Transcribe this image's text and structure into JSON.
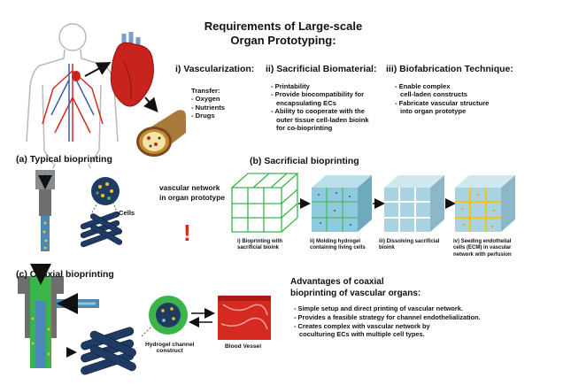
{
  "title": {
    "line1": "Requirements of Large-scale",
    "line2": "Organ Prototyping:"
  },
  "requirements": {
    "vascularization": {
      "heading": "i) Vascularization:",
      "transfer_label": "Transfer:",
      "items": [
        "- Oxygen",
        "- Nutrients",
        "- Drugs"
      ]
    },
    "sacrificial": {
      "heading": "ii) Sacrificial Biomaterial:",
      "items": [
        "- Printability",
        "- Provide biocompatibility for",
        "encapsulating ECs",
        "- Ability to cooperate with the",
        "outer tissue cell-laden bioink",
        "for co-bioprinting"
      ]
    },
    "biofabrication": {
      "heading": "iii) Biofabrication Technique:",
      "items": [
        "- Enable complex",
        "cell-laden constructs",
        "- Fabricate vascular structure",
        "into organ prototype"
      ]
    }
  },
  "panel_a": {
    "heading": "(a) Typical bioprinting",
    "cells_label": "Cells",
    "vascular_text_line1": "vascular network",
    "vascular_text_line2": "in organ prototype",
    "exclamation": "!"
  },
  "panel_b": {
    "heading": "(b) Sacrificial bioprinting",
    "steps": [
      {
        "line1": "i) Bioprinting with",
        "line2": "sacrificial bioink",
        "line3": ""
      },
      {
        "line1": "ii) Molding hydrogel",
        "line2": "containing living cells",
        "line3": ""
      },
      {
        "line1": "iii) Dissolving sacrificial",
        "line2": "bioink",
        "line3": ""
      },
      {
        "line1": "iv) Seeding endothelial",
        "line2": "cells (ECM) in vascular",
        "line3": "network with perfusion"
      }
    ]
  },
  "panel_c": {
    "heading": "(c) Coaxial bioprinting",
    "construct_line1": "Hydrogel channel",
    "construct_line2": "construct",
    "vessel_label": "Blood Vessel"
  },
  "advantages": {
    "title_line1": "Advantages of coaxial",
    "title_line2": "bioprinting of vascular organs:",
    "items": [
      "- Simple setup and direct printing of vascular network.",
      "- Provides a feasible strategy for channel endothelialization.",
      "- Creates complex with vascular network by",
      "coculturing ECs with multiple cell types."
    ]
  },
  "colors": {
    "vessel_red": "#d42a1f",
    "heart_red": "#c8241d",
    "scaffold_green": "#3bb54a",
    "hydrogel_blue": "#8fc9dd",
    "nozzle_gray": "#6d6e70",
    "bundle_navy": "#1f3b63",
    "cell_yellow": "#f0c419"
  }
}
